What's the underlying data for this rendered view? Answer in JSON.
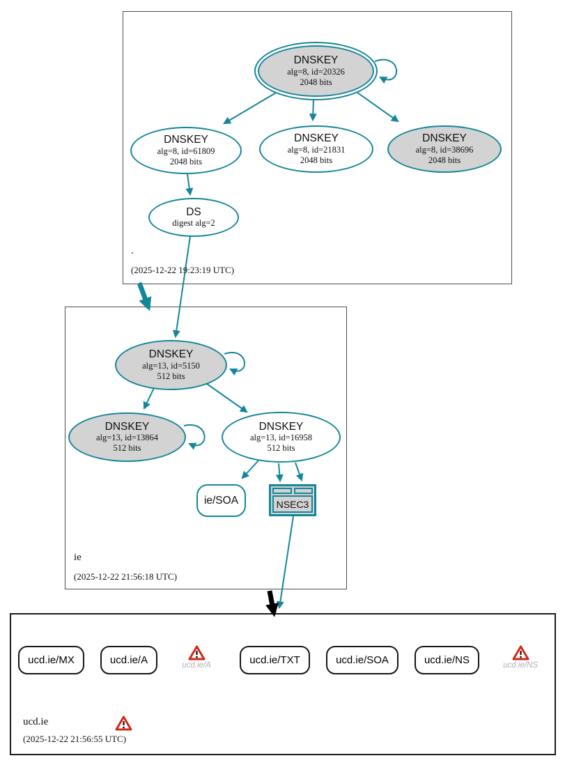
{
  "diagram": {
    "kind": "DNSSEC authentication chain graph",
    "colors": {
      "secure_edge": "#148699",
      "insecure_edge": "#000000",
      "node_fill": "#d3d3d3",
      "warning_red": "#d02818",
      "muted_label": "#b0b0b0"
    },
    "zones": {
      "root": {
        "name": ".",
        "timestamp": "(2025-12-22 19:23:19 UTC)",
        "ksk": {
          "title": "DNSKEY",
          "detail": "alg=8, id=20326",
          "bits": "2048 bits"
        },
        "key_61809": {
          "title": "DNSKEY",
          "detail": "alg=8, id=61809",
          "bits": "2048 bits"
        },
        "key_21831": {
          "title": "DNSKEY",
          "detail": "alg=8, id=21831",
          "bits": "2048 bits"
        },
        "key_38696": {
          "title": "DNSKEY",
          "detail": "alg=8, id=38696",
          "bits": "2048 bits"
        },
        "ds": {
          "title": "DS",
          "detail": "digest alg=2"
        }
      },
      "ie": {
        "name": "ie",
        "timestamp": "(2025-12-22 21:56:18 UTC)",
        "key_5150": {
          "title": "DNSKEY",
          "detail": "alg=13, id=5150",
          "bits": "512 bits"
        },
        "key_13864": {
          "title": "DNSKEY",
          "detail": "alg=13, id=13864",
          "bits": "512 bits"
        },
        "key_16958": {
          "title": "DNSKEY",
          "detail": "alg=13, id=16958",
          "bits": "512 bits"
        },
        "soa": {
          "label": "ie/SOA"
        },
        "nsec3": {
          "label": "NSEC3"
        }
      },
      "ucd_ie": {
        "name": "ucd.ie",
        "timestamp": "(2025-12-22 21:56:55 UTC)",
        "rrsets": [
          {
            "label": "ucd.ie/MX"
          },
          {
            "label": "ucd.ie/A"
          },
          {
            "label": "ucd.ie/TXT"
          },
          {
            "label": "ucd.ie/SOA"
          },
          {
            "label": "ucd.ie/NS"
          }
        ],
        "warnings": [
          {
            "label": "ucd.ie/A"
          },
          {
            "label": "ucd.ie/NS"
          }
        ]
      }
    }
  }
}
